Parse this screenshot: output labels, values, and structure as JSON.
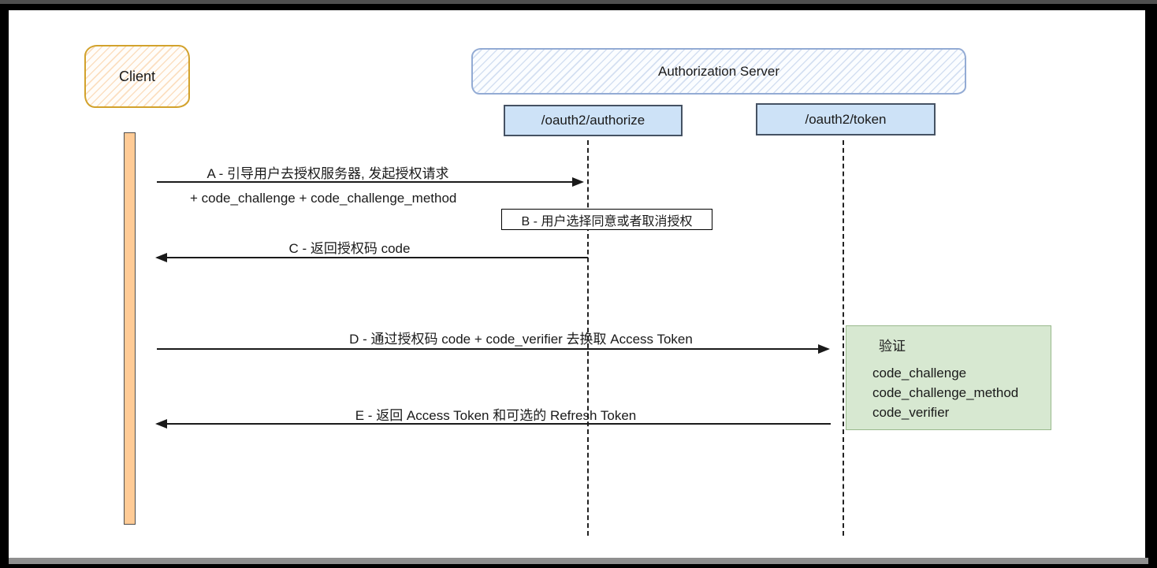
{
  "diagram": {
    "title_implicit": "OAuth2 PKCE authorization code flow",
    "participants": {
      "client": {
        "label": "Client"
      },
      "auth_server": {
        "label": "Authorization Server"
      },
      "authorize_endpoint": {
        "label": "/oauth2/authorize"
      },
      "token_endpoint": {
        "label": "/oauth2/token"
      }
    },
    "messages": [
      {
        "id": "A",
        "label": "A - 引导用户去授权服务器, 发起授权请求",
        "sublabel": "+ code_challenge + code_challenge_method",
        "from": "Client",
        "to": "/oauth2/authorize",
        "direction": "right"
      },
      {
        "id": "B",
        "label": "B - 用户选择同意或者取消授权",
        "type": "note",
        "at": "/oauth2/authorize"
      },
      {
        "id": "C",
        "label": "C - 返回授权码 code",
        "from": "/oauth2/authorize",
        "to": "Client",
        "direction": "left"
      },
      {
        "id": "D",
        "label": "D - 通过授权码 code + code_verifier 去换取 Access Token",
        "from": "Client",
        "to": "/oauth2/token",
        "direction": "right"
      },
      {
        "id": "E",
        "label": "E - 返回 Access Token 和可选的 Refresh Token",
        "from": "/oauth2/token",
        "to": "Client",
        "direction": "left"
      }
    ],
    "verify_box": {
      "title": "验证",
      "items": [
        "code_challenge",
        "code_challenge_method",
        "code_verifier"
      ]
    },
    "colors": {
      "client_border": "#d2a22c",
      "client_hatch": "#f6b26b",
      "auth_server_border": "#93abd4",
      "auth_server_hatch": "#94afdb",
      "endpoint_fill": "#cde2f7",
      "endpoint_border": "#455263",
      "activation_fill": "#ffcb96",
      "verify_fill": "#d7e8d1",
      "verify_border": "#99b98d",
      "arrow": "#1a1a1a",
      "frame": "#000000",
      "frame_strip": "#8f8f8f",
      "canvas": "#ffffff"
    }
  }
}
